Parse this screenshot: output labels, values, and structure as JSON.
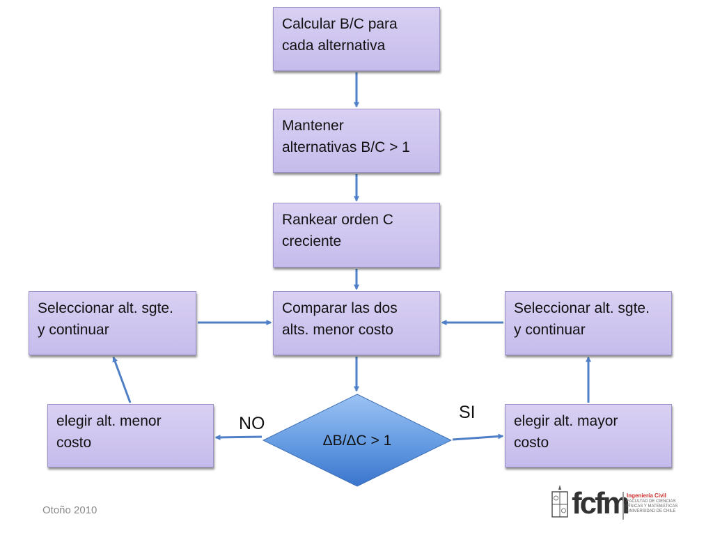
{
  "boxes": {
    "calc": [
      "Calcular B/C para",
      "cada alternativa"
    ],
    "keep": [
      "Mantener",
      "alternativas B/C > 1"
    ],
    "rank": [
      "Rankear orden C",
      "creciente"
    ],
    "compare": [
      "Comparar las dos",
      "alts. menor costo"
    ],
    "select_left": [
      "Seleccionar alt. sgte.",
      "y continuar"
    ],
    "select_right": [
      "Seleccionar alt. sgte.",
      "y continuar"
    ],
    "choose_low": [
      "elegir alt. menor",
      "costo"
    ],
    "choose_high": [
      "elegir alt. mayor",
      "costo"
    ]
  },
  "decision": {
    "label": "ΔB/ΔC > 1",
    "no_label": "NO",
    "yes_label": "SI"
  },
  "footer": {
    "term": "Otoño 2010"
  },
  "logo": {
    "wordmark": "fcfm",
    "title": "Ingeniería Civil",
    "subtitle": "FACULTAD DE CIENCIAS FÍSICAS Y MATEMÁTICAS UNIVERSIDAD DE CHILE"
  },
  "colors": {
    "box_fill": "#c9bfee",
    "box_border": "#9c90c8",
    "arrow": "#4f7fc6",
    "diamond_light": "#86b4ef",
    "diamond_dark": "#3f7bd0",
    "logo_accent": "#cc2a2a"
  }
}
